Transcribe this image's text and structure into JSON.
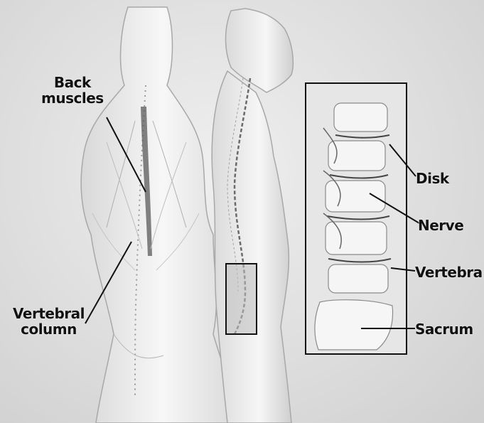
{
  "labels": {
    "back_muscles_line1": "Back",
    "back_muscles_line2": "muscles",
    "vertebral_column_line1": "Vertebral",
    "vertebral_column_line2": "column",
    "disk": "Disk",
    "nerve": "Nerve",
    "vertebra": "Vertebra",
    "sacrum": "Sacrum"
  },
  "colors": {
    "background": "#e3e3e3",
    "body_fill": "#f4f4f4",
    "body_outline": "#9a9a9a",
    "muscle_dark": "#555555",
    "leader_line": "#111111",
    "inset_border": "#111111"
  }
}
